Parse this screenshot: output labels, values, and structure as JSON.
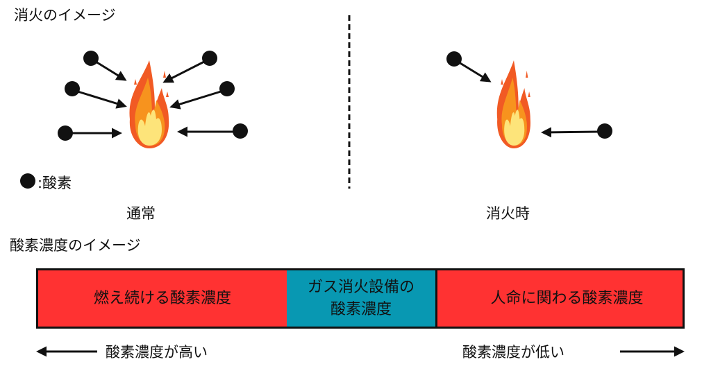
{
  "top_title": "消火のイメージ",
  "legend": {
    "label": ":酸素"
  },
  "captions": {
    "normal": "通常",
    "extinguish": "消火時"
  },
  "bar_title": "酸素濃度のイメージ",
  "bar": {
    "segments": [
      {
        "label": "燃え続ける酸素濃度",
        "color": "#ff3232"
      },
      {
        "label": "ガス消火設備の\n酸素濃度",
        "color": "#0898b2"
      },
      {
        "label": "人命に関わる酸素濃度",
        "color": "#ff3232"
      }
    ]
  },
  "arrows": {
    "high": "酸素濃度が高い",
    "low": "酸素濃度が低い"
  }
}
